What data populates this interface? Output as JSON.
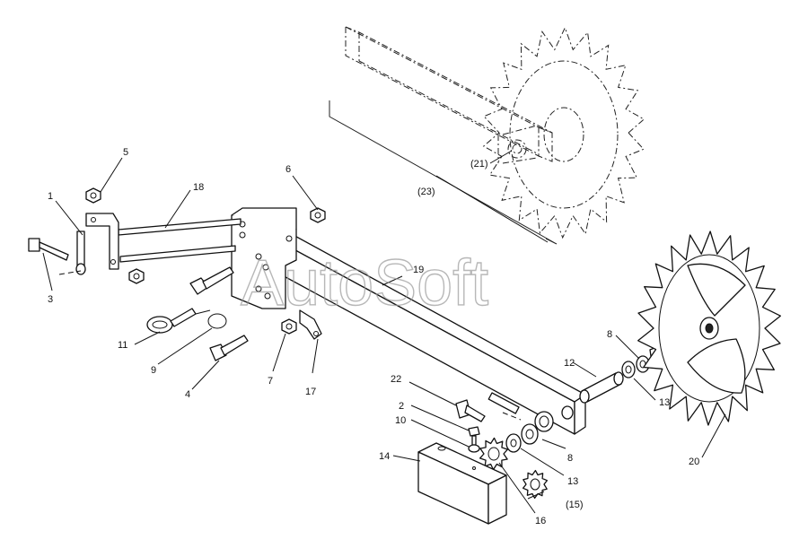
{
  "watermark": "AutoSoft",
  "callouts": [
    {
      "id": "c1",
      "text": "1"
    },
    {
      "id": "c2",
      "text": "2"
    },
    {
      "id": "c3",
      "text": "3"
    },
    {
      "id": "c4",
      "text": "4"
    },
    {
      "id": "c5",
      "text": "5"
    },
    {
      "id": "c6",
      "text": "6"
    },
    {
      "id": "c7",
      "text": "7"
    },
    {
      "id": "c8a",
      "text": "8"
    },
    {
      "id": "c8b",
      "text": "8"
    },
    {
      "id": "c9",
      "text": "9"
    },
    {
      "id": "c10",
      "text": "10"
    },
    {
      "id": "c11",
      "text": "11"
    },
    {
      "id": "c12",
      "text": "12"
    },
    {
      "id": "c13a",
      "text": "13"
    },
    {
      "id": "c13b",
      "text": "13"
    },
    {
      "id": "c14",
      "text": "14"
    },
    {
      "id": "c15",
      "text": "(15)"
    },
    {
      "id": "c16",
      "text": "16"
    },
    {
      "id": "c17",
      "text": "17"
    },
    {
      "id": "c18",
      "text": "18"
    },
    {
      "id": "c19",
      "text": "19"
    },
    {
      "id": "c20",
      "text": "20"
    },
    {
      "id": "c21",
      "text": "(21)"
    },
    {
      "id": "c22",
      "text": "22"
    },
    {
      "id": "c23",
      "text": "(23)"
    }
  ]
}
